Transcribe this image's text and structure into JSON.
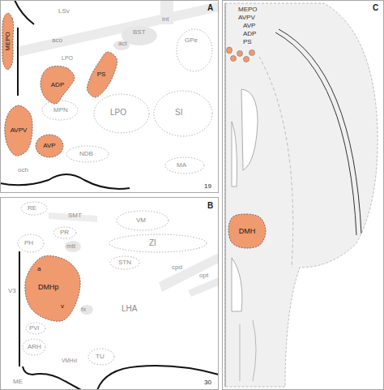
{
  "diagram": {
    "nodes": [
      {
        "text": [
          "A",
          "19"
        ]
      },
      {
        "text": [
          "MEPO"
        ],
        "in": 0
      },
      {
        "text": [
          "ADP"
        ],
        "in": 0
      },
      {
        "text": [
          "PS"
        ],
        "in": 0
      },
      {
        "text": [
          "AVPV"
        ],
        "in": 0
      },
      {
        "text": [
          "AVP"
        ],
        "in": 0
      },
      {
        "text": [
          "B",
          "30"
        ]
      },
      {
        "text": [
          "DMHp",
          "a",
          "v"
        ],
        "in": 6
      },
      {
        "text": [
          "C"
        ]
      },
      {
        "text": [
          "DMH"
        ],
        "in": 8
      }
    ],
    "labels": [
      "LSv",
      "int",
      "aco",
      "act",
      "BST",
      "GPe",
      "LPO",
      "MPN",
      "LPO",
      "SI",
      "NDB",
      "MA",
      "och",
      "RE",
      "SMT",
      "VM",
      "PR",
      "PH",
      "mtt",
      "ZI",
      "STN",
      "cpd",
      "opt",
      "V3",
      "fx",
      "LHA",
      "PVi",
      "ARH",
      "VMHvl",
      "TU",
      "ME",
      "MEPO",
      "AVPV",
      "AVP",
      "ADP",
      "PS"
    ]
  }
}
